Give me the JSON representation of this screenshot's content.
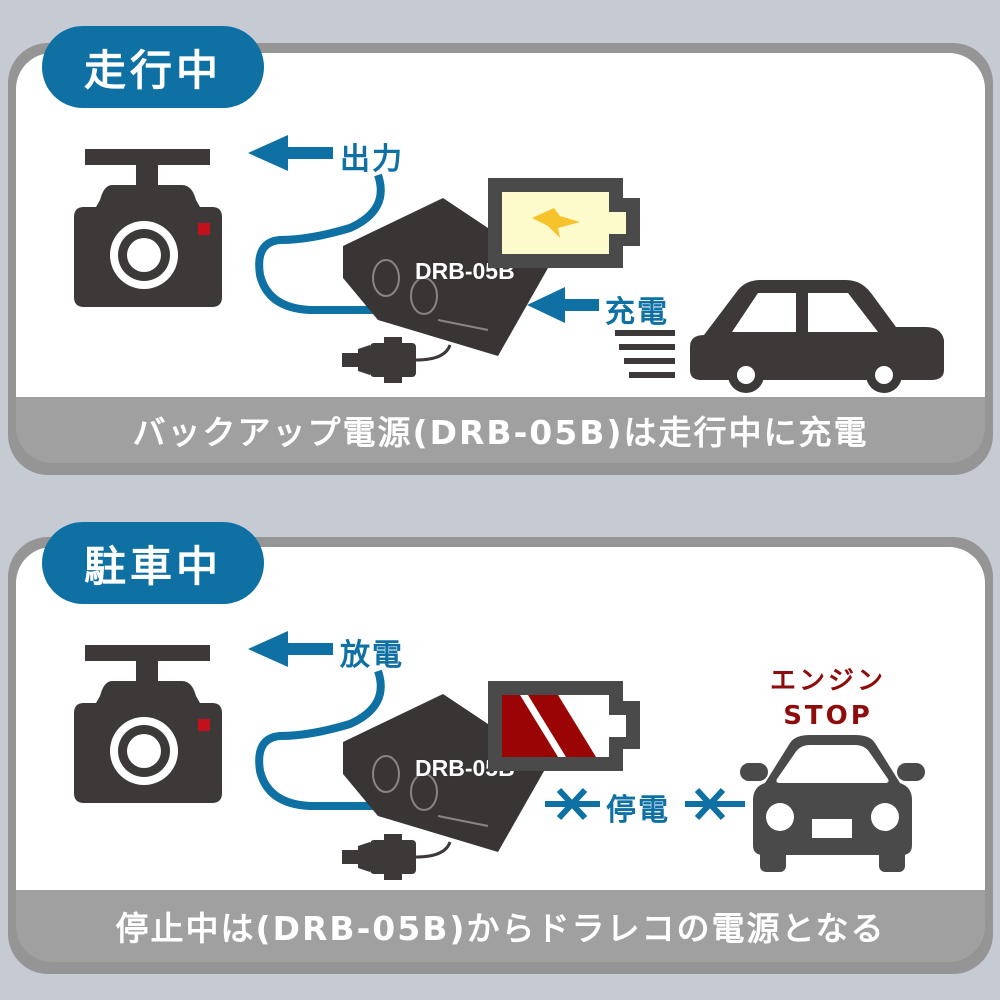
{
  "colors": {
    "background": "#c6cad3",
    "panel_border": "#959595",
    "footer": "#a0a0a0",
    "accent_blue": "#0f70a4",
    "icon_dark": "#3d3939",
    "camera_led": "#c4101d",
    "battery_charged_fill": "#fdfbcc",
    "lightning": "#f7c32c",
    "battery_empty_fill": "#9a0404",
    "engine_stop_red": "#8e0c0c"
  },
  "driving": {
    "badge": "走行中",
    "output_label": "出力",
    "device_label": "DRB-05B",
    "charge_label": "充電",
    "battery_state": "charging",
    "footer": "バックアップ電源(DRB-05B)は走行中に充電",
    "icons": [
      "dashcam-icon",
      "arrow-left-icon",
      "battery-charging-icon",
      "backup-power-device",
      "cigarette-plug-icon",
      "car-side-icon",
      "speed-lines-icon"
    ]
  },
  "parking": {
    "badge": "駐車中",
    "output_label": "放電",
    "device_label": "DRB-05B",
    "cut_label": "停電",
    "engine_label_line1": "エンジン",
    "engine_label_line2": "STOP",
    "battery_state": "discharging",
    "footer": "停止中は(DRB-05B)からドラレコの電源となる",
    "icons": [
      "dashcam-icon",
      "arrow-left-icon",
      "battery-low-icon",
      "backup-power-device",
      "cigarette-plug-icon",
      "car-front-icon",
      "cut-x-icon"
    ]
  }
}
